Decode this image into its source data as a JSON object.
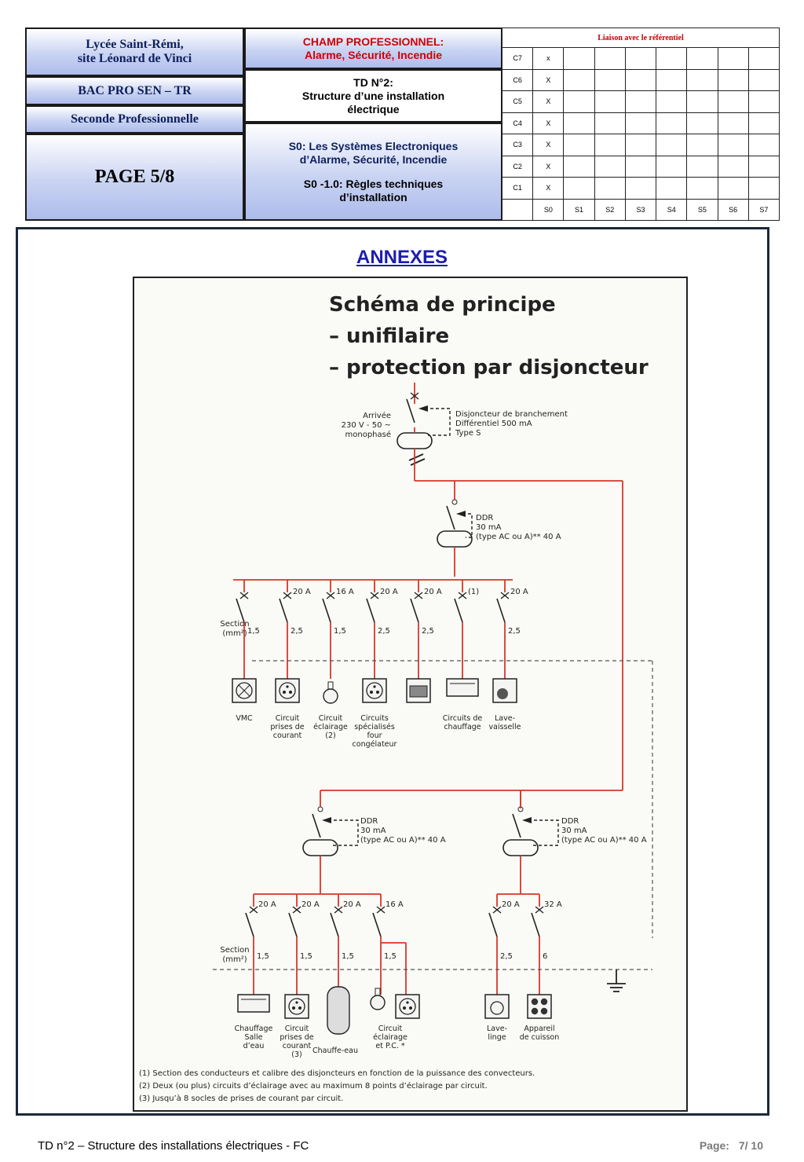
{
  "header": {
    "school_line1": "Lycée  Saint-Rémi,",
    "school_line2": "site Léonard de Vinci",
    "bac": "BAC PRO SEN – TR",
    "level": "Seconde Professionnelle",
    "page": "PAGE  5/8",
    "champ_line1": "CHAMP PROFESSIONNEL:",
    "champ_line2": "Alarme, Sécurité, Incendie",
    "td_line1": "TD N°2:",
    "td_line2": "Structure d’une installation",
    "td_line3": "électrique",
    "s0_line1": "S0: Les Systèmes Electroniques",
    "s0_line2": "d’Alarme, Sécurité, Incendie",
    "s0_line3": "S0 -1.0: Règles techniques",
    "s0_line4": "d’installation"
  },
  "referentiel": {
    "title": "Liaison avec le référentiel",
    "rows": [
      {
        "label": "C7",
        "s0": "x"
      },
      {
        "label": "C6",
        "s0": "X"
      },
      {
        "label": "C5",
        "s0": "X"
      },
      {
        "label": "C4",
        "s0": "X"
      },
      {
        "label": "C3",
        "s0": "X"
      },
      {
        "label": "C2",
        "s0": "X"
      },
      {
        "label": "C1",
        "s0": "X"
      }
    ],
    "columns": [
      "S0",
      "S1",
      "S2",
      "S3",
      "S4",
      "S5",
      "S6",
      "S7"
    ]
  },
  "annexes_title": "ANNEXES",
  "schema": {
    "title1": "Schéma de principe",
    "title2": "– unifilaire",
    "title3": "– protection par disjoncteur",
    "arrivee1": "Arrivée",
    "arrivee2": "230 V - 50 ~",
    "arrivee3": "monophasé",
    "disj1": "Disjoncteur de branchement",
    "disj2": "Différentiel 500 mA",
    "disj3": "Type S",
    "ddr1": "DDR",
    "ddr2": "30 mA",
    "ddr3": "(type AC ou A)** 40 A",
    "section1": "Section",
    "section2": "(mm²)",
    "top_ratings": [
      "",
      "20 A",
      "16 A",
      "20 A",
      "20 A",
      "(1)",
      "20 A"
    ],
    "top_sections": [
      "1,5",
      "2,5",
      "1,5",
      "2,5",
      "2,5",
      "",
      "2,5"
    ],
    "top_loads": [
      [
        "VMC"
      ],
      [
        "Circuit",
        "prises de",
        "courant"
      ],
      [
        "Circuit",
        "éclairage",
        "(2)"
      ],
      [
        "Circuits",
        "spécialisés",
        "four",
        "congélateur"
      ],
      [],
      [
        "Circuits de",
        "chauffage"
      ],
      [
        "Lave-",
        "vaisselle"
      ]
    ],
    "bl_ratings": [
      "20 A",
      "20 A",
      "20 A",
      "16 A"
    ],
    "bl_sections": [
      "1,5",
      "1,5",
      "1,5",
      "1,5"
    ],
    "bl_loads": [
      [
        "Chauffage",
        "Salle",
        "d’eau"
      ],
      [
        "Circuit",
        "prises de",
        "courant",
        "(3)"
      ],
      [
        "Chauffe-eau"
      ],
      [
        "Circuit",
        "éclairage",
        "et P.C. *"
      ]
    ],
    "br_ratings": [
      "20 A",
      "32 A"
    ],
    "br_sections": [
      "2,5",
      "6"
    ],
    "br_loads": [
      [
        "Lave-",
        "linge"
      ],
      [
        "Appareil",
        "de cuisson"
      ]
    ],
    "notes": [
      "(1) Section des conducteurs et calibre des disjoncteurs en fonction de la puissance des convecteurs.",
      "(2) Deux (ou plus) circuits d’éclairage avec au maximum 8 points d’éclairage par circuit.",
      "(3) Jusqu’à 8 socles de prises de courant par circuit."
    ]
  },
  "footer": {
    "left": "TD n°2 – Structure des installations électriques - FC",
    "page_label": "Page:",
    "page_value": "7/ 10"
  },
  "colors": {
    "wire": "#d9362b",
    "navy": "#0d1f5c",
    "title_red": "#d00000"
  }
}
